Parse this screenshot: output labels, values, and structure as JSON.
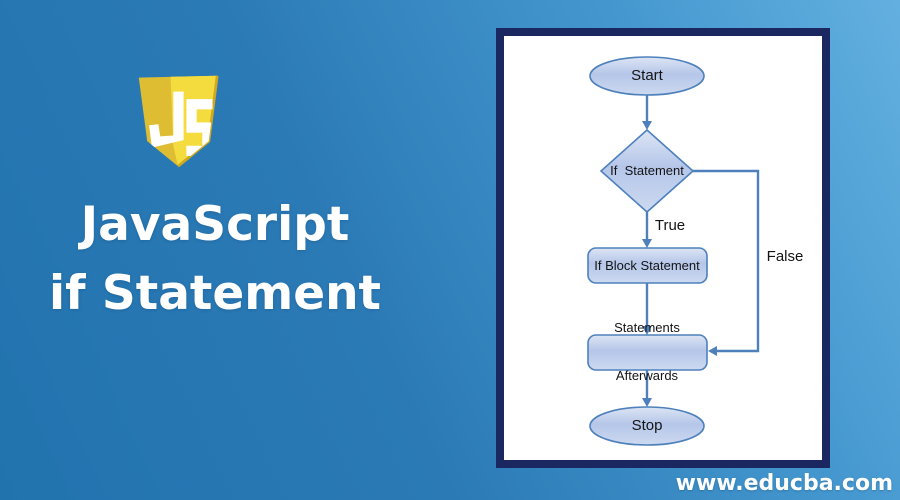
{
  "banner": {
    "title_line1": "JavaScript",
    "title_line2": "if Statement",
    "website": "www.educba.com",
    "logo_letters": "JS"
  },
  "flowchart": {
    "start": "Start",
    "condition": "If  Statement",
    "true_label": "True",
    "false_label": "False",
    "if_block": "If Block Statement",
    "afterwards_line1": "Statements",
    "afterwards_line2": "Afterwards",
    "stop": "Stop"
  },
  "colors": {
    "background_left": "#2173ae",
    "background_right": "#63b0e0",
    "panel_border": "#1a2761",
    "node_border": "#4e80bc",
    "node_fill_top": "#dce5f4",
    "node_fill_mid": "#b5c6e9",
    "node_fill_bottom": "#ccd9f0",
    "arrow": "#4e80bc",
    "logo_gold": "#dfbd32",
    "logo_face": "#f4dc3f",
    "title_text": "#ffffff"
  }
}
